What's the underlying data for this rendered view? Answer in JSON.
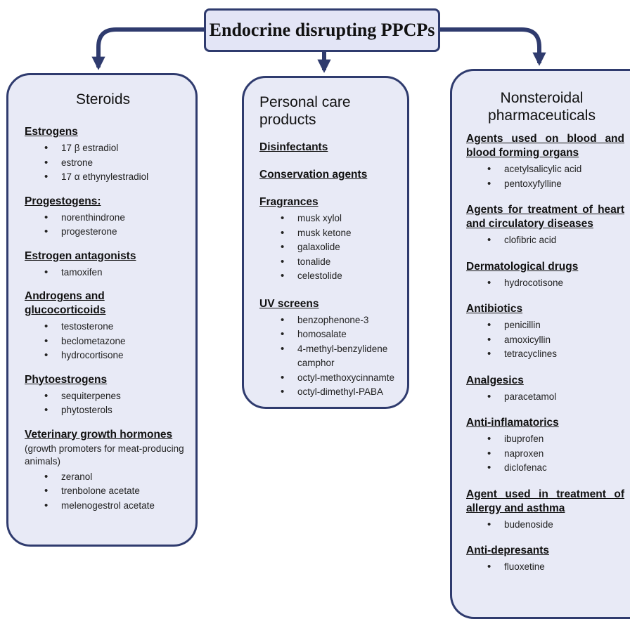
{
  "root": {
    "title": "Endocrine disrupting PPCPs"
  },
  "colors": {
    "border": "#2f3b6e",
    "box_fill": "#e8eaf6",
    "root_fill": "#e3e5f6",
    "arrow": "#2f3b6e"
  },
  "columns": [
    {
      "title": "Steroids",
      "sections": [
        {
          "title": "Estrogens",
          "items": [
            "17 β estradiol",
            "estrone",
            "17 α ethynylestradiol"
          ]
        },
        {
          "title": "Progestogens:",
          "items": [
            "norenthindrone",
            "progesterone"
          ]
        },
        {
          "title": "Estrogen antagonists",
          "items": [
            "tamoxifen"
          ]
        },
        {
          "title": "Androgens and glucocorticoids",
          "items": [
            "testosterone",
            "beclometazone",
            "hydrocortisone"
          ]
        },
        {
          "title": "Phytoestrogens",
          "items": [
            "sequiterpenes",
            "phytosterols"
          ]
        },
        {
          "title": "Veterinary growth hormones",
          "note": "(growth promoters for meat-producing animals)",
          "items": [
            "zeranol",
            "trenbolone acetate",
            "melenogestrol acetate"
          ]
        }
      ]
    },
    {
      "title": "Personal care products",
      "sections": [
        {
          "title": "Disinfectants",
          "items": []
        },
        {
          "title": "Conservation agents",
          "items": []
        },
        {
          "title": "Fragrances",
          "items": [
            "musk xylol",
            "musk ketone",
            "galaxolide",
            "tonalide",
            "celestolide"
          ]
        },
        {
          "title": "UV screens",
          "items": [
            "benzophenone-3",
            "homosalate",
            "4-methyl-benzylidene camphor",
            "octyl-methoxycinnamte",
            "octyl-dimethyl-PABA"
          ]
        }
      ]
    },
    {
      "title": "Nonsteroidal\npharmaceuticals",
      "sections": [
        {
          "title": "Agents used on blood and blood forming organs",
          "items": [
            "acetylsalicylic acid",
            "pentoxyfylline"
          ]
        },
        {
          "title": "Agents for treatment of heart and circulatory diseases",
          "items": [
            "clofibric acid"
          ]
        },
        {
          "title": "Dermatological drugs",
          "items": [
            "hydrocotisone"
          ]
        },
        {
          "title": "Antibiotics",
          "items": [
            "penicillin",
            "amoxicyllin",
            "tetracyclines"
          ]
        },
        {
          "title": "Analgesics",
          "items": [
            "paracetamol"
          ]
        },
        {
          "title": "Anti-inflamatorics",
          "items": [
            "ibuprofen",
            "naproxen",
            "diclofenac"
          ]
        },
        {
          "title": "Agent used in treatment of allergy and asthma",
          "items": [
            "budenoside"
          ]
        },
        {
          "title": "Anti-depresants",
          "items": [
            "fluoxetine"
          ]
        }
      ]
    }
  ]
}
